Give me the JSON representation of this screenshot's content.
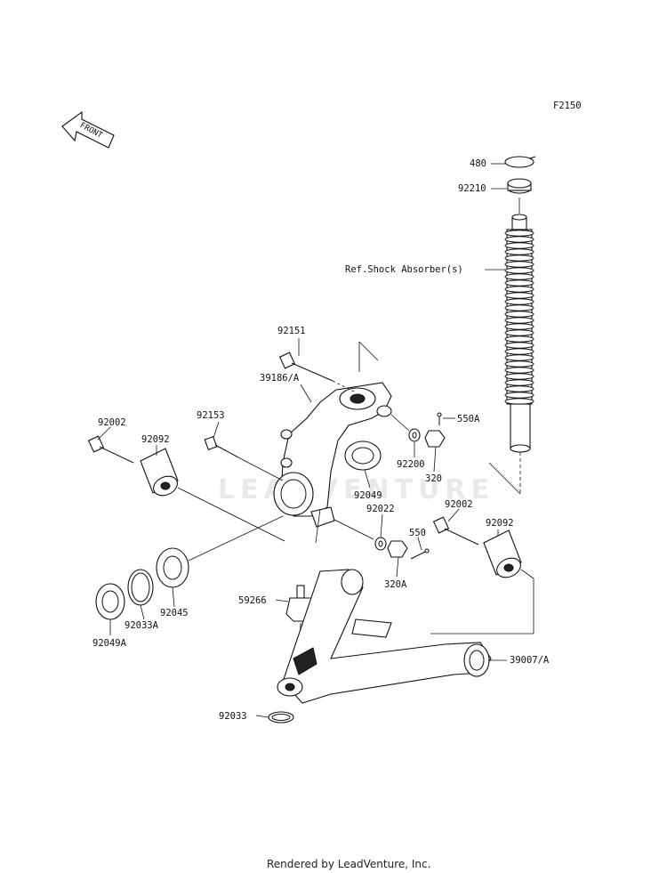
{
  "figure_code": "F2150",
  "front_label": "FRONT",
  "watermark": "LEADVENTURE",
  "footer": "Rendered by LeadVenture, Inc.",
  "reference_note": "Ref.Shock Absorber(s)",
  "parts": [
    {
      "id": "p480",
      "label": "480"
    },
    {
      "id": "p92210",
      "label": "92210"
    },
    {
      "id": "p92151",
      "label": "92151"
    },
    {
      "id": "p39186",
      "label": "39186/A"
    },
    {
      "id": "p550A",
      "label": "550A"
    },
    {
      "id": "p92153",
      "label": "92153"
    },
    {
      "id": "p92002a",
      "label": "92002"
    },
    {
      "id": "p92092a",
      "label": "92092"
    },
    {
      "id": "p92200",
      "label": "92200"
    },
    {
      "id": "p320",
      "label": "320"
    },
    {
      "id": "p92049",
      "label": "92049"
    },
    {
      "id": "p92022",
      "label": "92022"
    },
    {
      "id": "p92002b",
      "label": "92002"
    },
    {
      "id": "p92092b",
      "label": "92092"
    },
    {
      "id": "p550",
      "label": "550"
    },
    {
      "id": "p320A",
      "label": "320A"
    },
    {
      "id": "p59266",
      "label": "59266"
    },
    {
      "id": "p92045",
      "label": "92045"
    },
    {
      "id": "p92033A",
      "label": "92033A"
    },
    {
      "id": "p92049A",
      "label": "92049A"
    },
    {
      "id": "p39007",
      "label": "39007/A"
    },
    {
      "id": "p92033",
      "label": "92033"
    }
  ]
}
